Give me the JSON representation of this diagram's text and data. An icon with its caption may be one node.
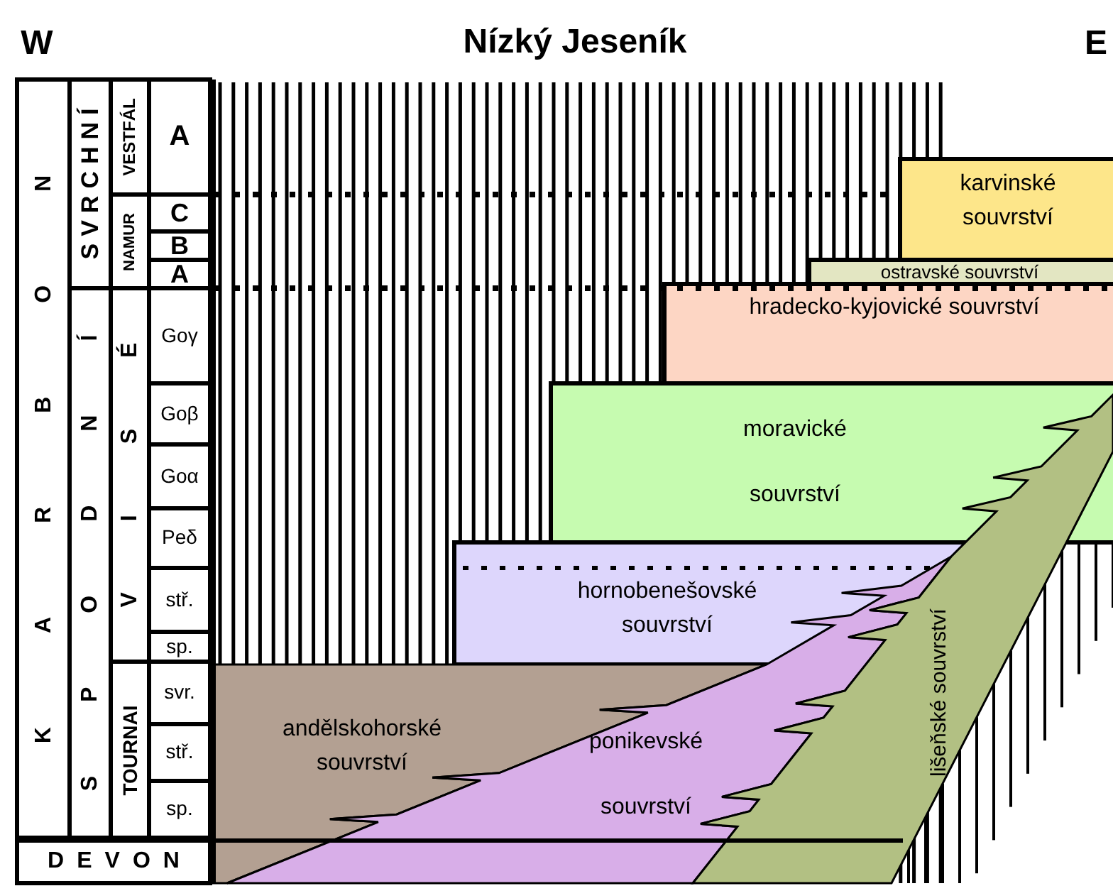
{
  "diagram": {
    "title": "Nízký Jeseník",
    "nodes": [
      {
        "text": [
          "karvinské souvrství"
        ]
      },
      {
        "text": [
          "ostravské souvrství"
        ]
      },
      {
        "text": [
          "hradecko-kyjovické souvrství"
        ]
      },
      {
        "text": [
          "moravické souvrství"
        ]
      },
      {
        "text": [
          "hornobenešovské souvrství"
        ]
      },
      {
        "text": [
          "andělskohorské souvrství"
        ]
      },
      {
        "text": [
          "ponikevské souvrství"
        ]
      },
      {
        "text": [
          "lišeňské souvrství"
        ]
      }
    ],
    "labels": [
      "W",
      "E",
      "KARBON",
      "SVRCHNÍ",
      "VESTFÁL",
      "A",
      "NAMUR",
      "C",
      "B",
      "A",
      "SPODNÍ",
      "VISÉ",
      "Goγ",
      "Goβ",
      "Goα",
      "Peδ",
      "stř.",
      "sp.",
      "TOURNAI",
      "svr.",
      "stř.",
      "sp.",
      "DEVON"
    ]
  }
}
